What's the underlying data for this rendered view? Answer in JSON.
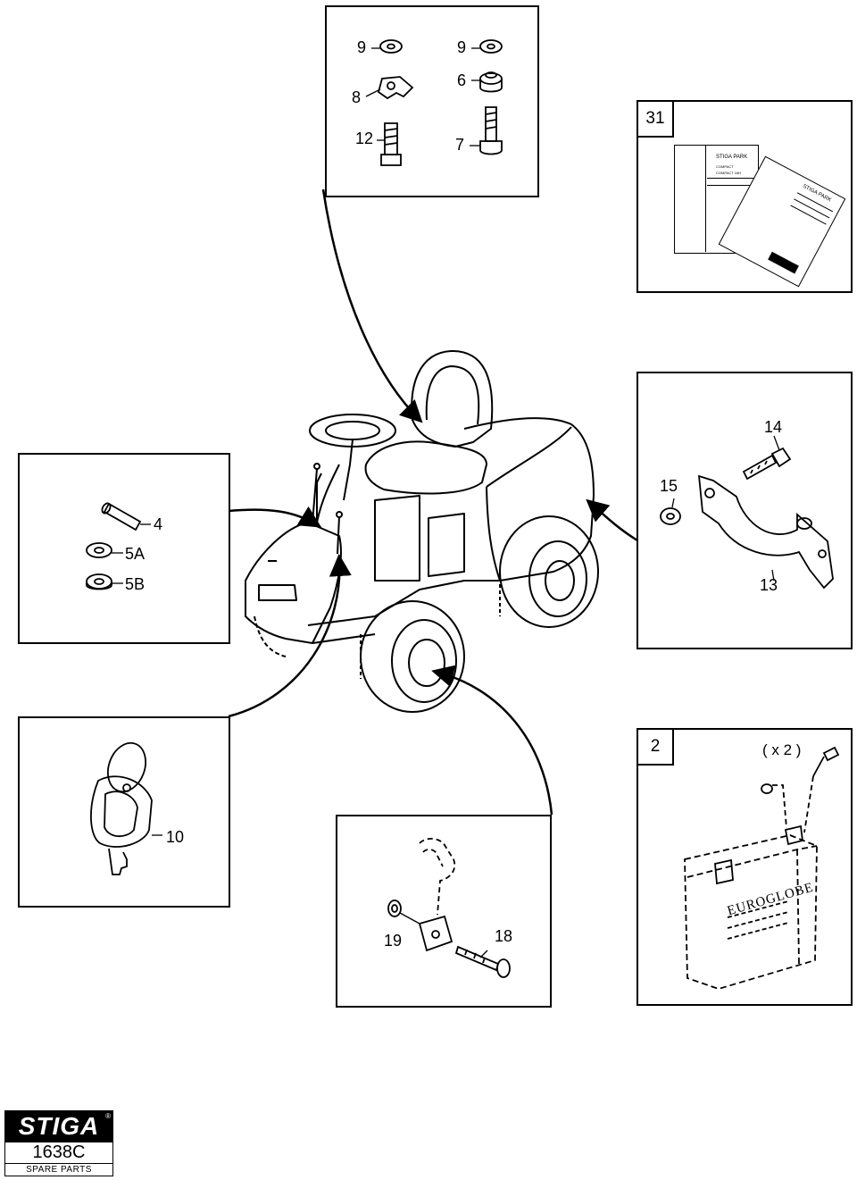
{
  "panels": {
    "top_fasteners": {
      "labels": [
        "9",
        "8",
        "12",
        "9",
        "6",
        "7"
      ]
    },
    "manuals": {
      "number": "31",
      "manual_back": {
        "brand": "STIGA PARK",
        "lines": [
          "COMPACT",
          "COMPACT 16H"
        ]
      },
      "manual_front": {
        "brand": "STIGA PARK"
      }
    },
    "pins": {
      "labels": [
        "4",
        "5A",
        "5B"
      ]
    },
    "bracket": {
      "labels": [
        "14",
        "15",
        "13"
      ]
    },
    "key": {
      "labels": [
        "10"
      ]
    },
    "pedal": {
      "labels": [
        "19",
        "18"
      ]
    },
    "battery": {
      "number": "2",
      "quantity_note": "( x 2 )",
      "battery_brand": "EUROGLOBE"
    }
  },
  "footer": {
    "brand": "STIGA",
    "registered_mark": "®",
    "model_code": "1638C",
    "caption": "SPARE PARTS"
  }
}
